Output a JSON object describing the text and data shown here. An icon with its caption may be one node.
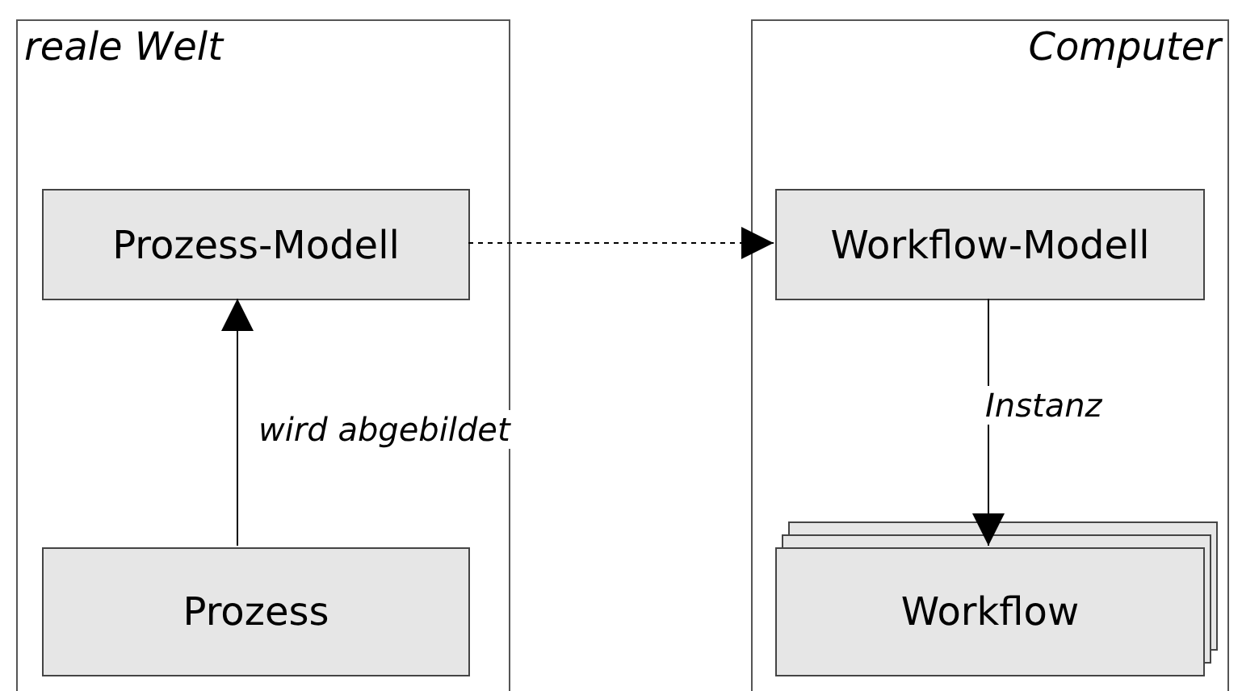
{
  "diagram": {
    "nodes": [
      {
        "text": [
          "reale Welt"
        ]
      },
      {
        "text": [
          "Prozess-Modell"
        ],
        "in": 0
      },
      {
        "text": [
          "Prozess"
        ],
        "in": 0
      },
      {
        "text": [
          "Computer"
        ]
      },
      {
        "text": [
          "Workflow-Modell"
        ],
        "in": 3
      },
      {
        "text": [
          "Workflow"
        ],
        "in": 3
      }
    ],
    "edges": [
      {
        "from": 2,
        "to": 1,
        "arrow": "to",
        "label": "wird abgebildet"
      },
      {
        "from": 1,
        "to": 4,
        "arrow": "to",
        "style": "dashed"
      },
      {
        "from": 4,
        "to": 5,
        "arrow": "to",
        "label": "Instanz"
      }
    ]
  }
}
